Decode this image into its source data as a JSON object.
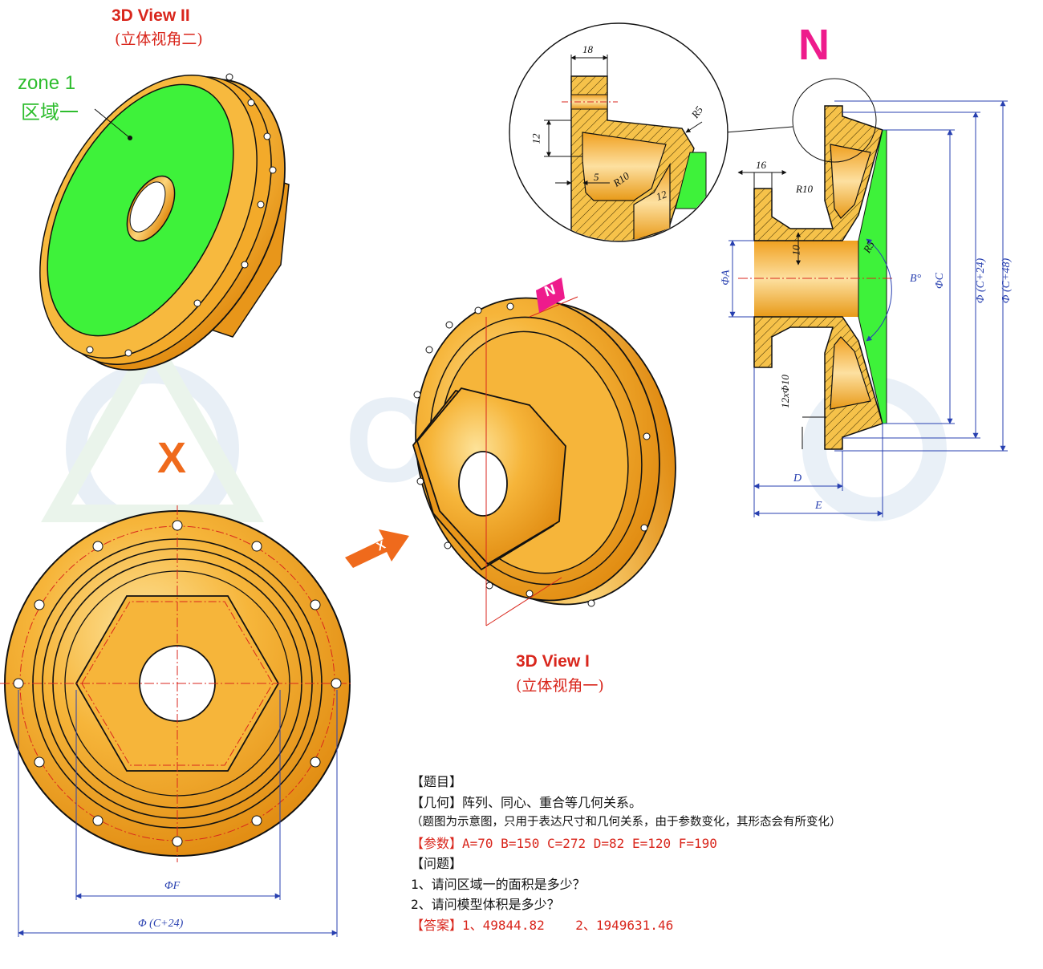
{
  "colors": {
    "part_orange": "#f2a41c",
    "zone_green": "#3ef23a",
    "dimension_blue": "#2840b0",
    "centerline_red": "#d9261c",
    "label_magenta": "#ee1b8c",
    "arrow_orange": "#ef6a1c"
  },
  "views": {
    "view2_title": "3D View II",
    "view2_subtitle": "(立体视角二)",
    "view1_title": "3D View I",
    "view1_subtitle": "(立体视角一)",
    "zone_label_en": "zone 1",
    "zone_label_cn": "区域一",
    "x_label": "X",
    "n_label": "N",
    "n_badge": "N",
    "x_arrow_glyph": "X"
  },
  "front_view_dims": {
    "phi_f": "ΦF",
    "phi_c24": "Φ (C+24)"
  },
  "section_dims": {
    "d18": "18",
    "d12": "12",
    "d5": "5",
    "r10_detail": "R10",
    "d12_wall": "12",
    "r5_detail": "R5",
    "d16": "16",
    "r10": "R10",
    "d10": "10",
    "r5": "R5",
    "phi_a": "ΦA",
    "b_deg": "B°",
    "phi_c": "ΦC",
    "phi_c24": "Φ (C+24)",
    "phi_c48": "Φ (C+48)",
    "holes": "12xΦ10",
    "d": "D",
    "e": "E"
  },
  "problem": {
    "topic": "【题目】",
    "geometry_tag": "【几何】",
    "geometry_text": "阵列、同心、重合等几何关系。",
    "note": "（题图为示意图，只用于表达尺寸和几何关系，由于参数变化，其形态会有所变化）",
    "params_tag": "【参数】",
    "params_text": "A=70 B=150 C=272 D=82 E=120 F=190",
    "questions_tag": "【问题】",
    "q1": "1、请问区域一的面积是多少？",
    "q2": "2、请问模型体积是多少？",
    "answer_tag": "【答案】",
    "answer_text": "1、49844.82    2、1949631.46"
  }
}
